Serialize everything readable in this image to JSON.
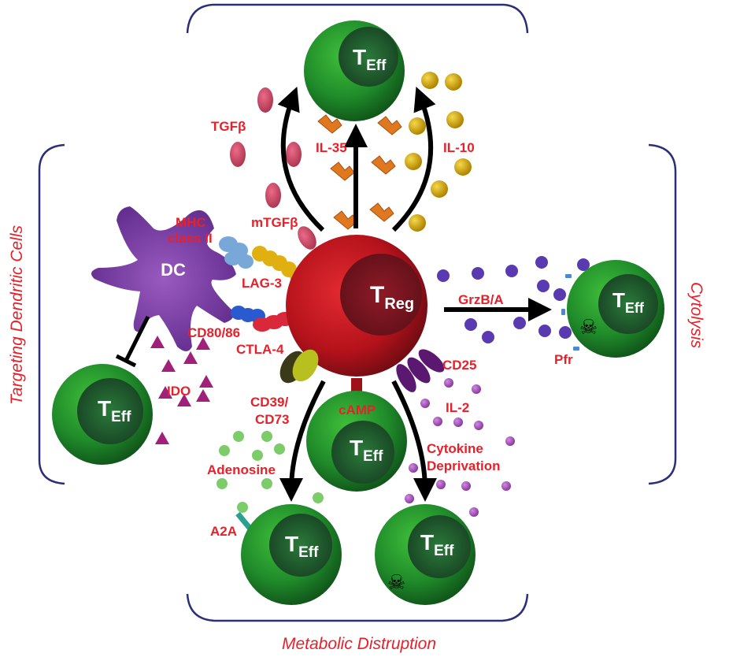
{
  "sections": {
    "top": "",
    "left": "Targeting Dendritic Cells",
    "right": "Cytolysis",
    "bottom": "Metabolic Distruption"
  },
  "cells": {
    "treg": {
      "main": "T",
      "sub": "Reg"
    },
    "teff_top": {
      "main": "T",
      "sub": "Eff"
    },
    "teff_left": {
      "main": "T",
      "sub": "Eff"
    },
    "teff_right": {
      "main": "T",
      "sub": "Eff"
    },
    "teff_center": {
      "main": "T",
      "sub": "Eff"
    },
    "teff_bottom_left": {
      "main": "T",
      "sub": "Eff"
    },
    "teff_bottom_right": {
      "main": "T",
      "sub": "Eff"
    },
    "dc": "DC"
  },
  "labels": {
    "tgfb": "TGFβ",
    "il35": "IL-35",
    "il10": "IL-10",
    "mhc1": "MHC",
    "mhc2": "class II",
    "mtgfb": "mTGFβ",
    "lag3": "LAG-3",
    "cd8086": "CD80/86",
    "ctla4": "CTLA-4",
    "ido": "IDO",
    "grzb": "GrzB/A",
    "pfr": "Pfr",
    "cd25": "CD25",
    "il2": "IL-2",
    "cyto1": "Cytokine",
    "cyto2": "Deprivation",
    "cd39": "CD39/",
    "cd73": "CD73",
    "camp": "cAMP",
    "adenosine": "Adenosine",
    "a2a": "A2A"
  },
  "colors": {
    "label": "#e8202a",
    "bracket": "#2b2f7a",
    "teff_outer": "#1f8a2a",
    "teff_inner": "#1a5a2c",
    "treg_outer": "#b5121b",
    "treg_inner": "#7a1420",
    "dc": "#7a3aa0",
    "tgfb": "#d84a6a",
    "il35": "#e07820",
    "il10": "#e0b010",
    "granzyme": "#5a3ab0",
    "il2": "#b060c0",
    "adenosine": "#7ccc6a",
    "ido": "#a0207a"
  }
}
